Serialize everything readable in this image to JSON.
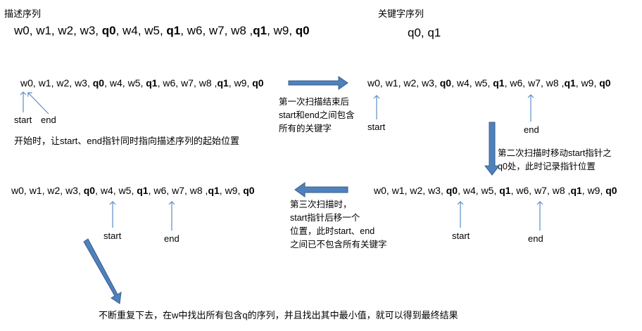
{
  "headers": {
    "desc_title": "描述序列",
    "key_title": "关键字序列"
  },
  "desc_sequence": [
    "w0",
    "w1",
    "w2",
    "w3",
    "q0",
    "w4",
    "w5",
    "q1",
    "w6",
    "w7",
    "w8",
    "q1",
    "w9",
    "q0"
  ],
  "key_sequence": "q0, q1",
  "pointer_labels": {
    "start": "start",
    "end": "end"
  },
  "notes": {
    "initial": "开始时，让start、end指针同时指向描述序列的起始位置",
    "first_scan": [
      "第一次扫描结束后",
      "start和end之间包含",
      "所有的关键字"
    ],
    "second_scan": [
      "第二次扫描时移动start指针之",
      "q0处，此时记录指针位置"
    ],
    "third_scan": [
      "第三次扫描时，",
      "start指针后移一个",
      "位置，此时start、end",
      "之间已不包含所有关键字"
    ],
    "conclusion": "不断重复下去，在w中找出所有包含q的序列，并且找出其中最小值，就可以得到最终结果"
  },
  "colors": {
    "arrow_fill": "#4f81bd",
    "arrow_stroke": "#385d8a",
    "pointer_line": "#5b8cc4"
  }
}
